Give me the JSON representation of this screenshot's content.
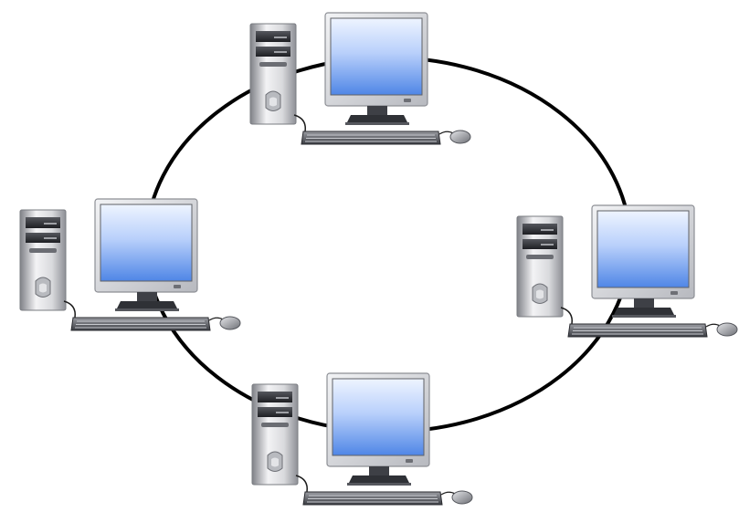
{
  "diagram": {
    "type": "ring-network-topology",
    "link": {
      "shape": "ellipse",
      "color": "#000000"
    },
    "nodes": [
      {
        "id": "top",
        "device": "desktop-computer"
      },
      {
        "id": "left",
        "device": "desktop-computer"
      },
      {
        "id": "right",
        "device": "desktop-computer"
      },
      {
        "id": "bottom",
        "device": "desktop-computer"
      }
    ],
    "colors": {
      "screen_light": "#e8f0ff",
      "screen_dark": "#4f86e6",
      "case_light": "#f4f4f6",
      "case_dark": "#8e9096",
      "bezel": "#c9cbd0",
      "keyboard": "#3a3c42"
    }
  }
}
